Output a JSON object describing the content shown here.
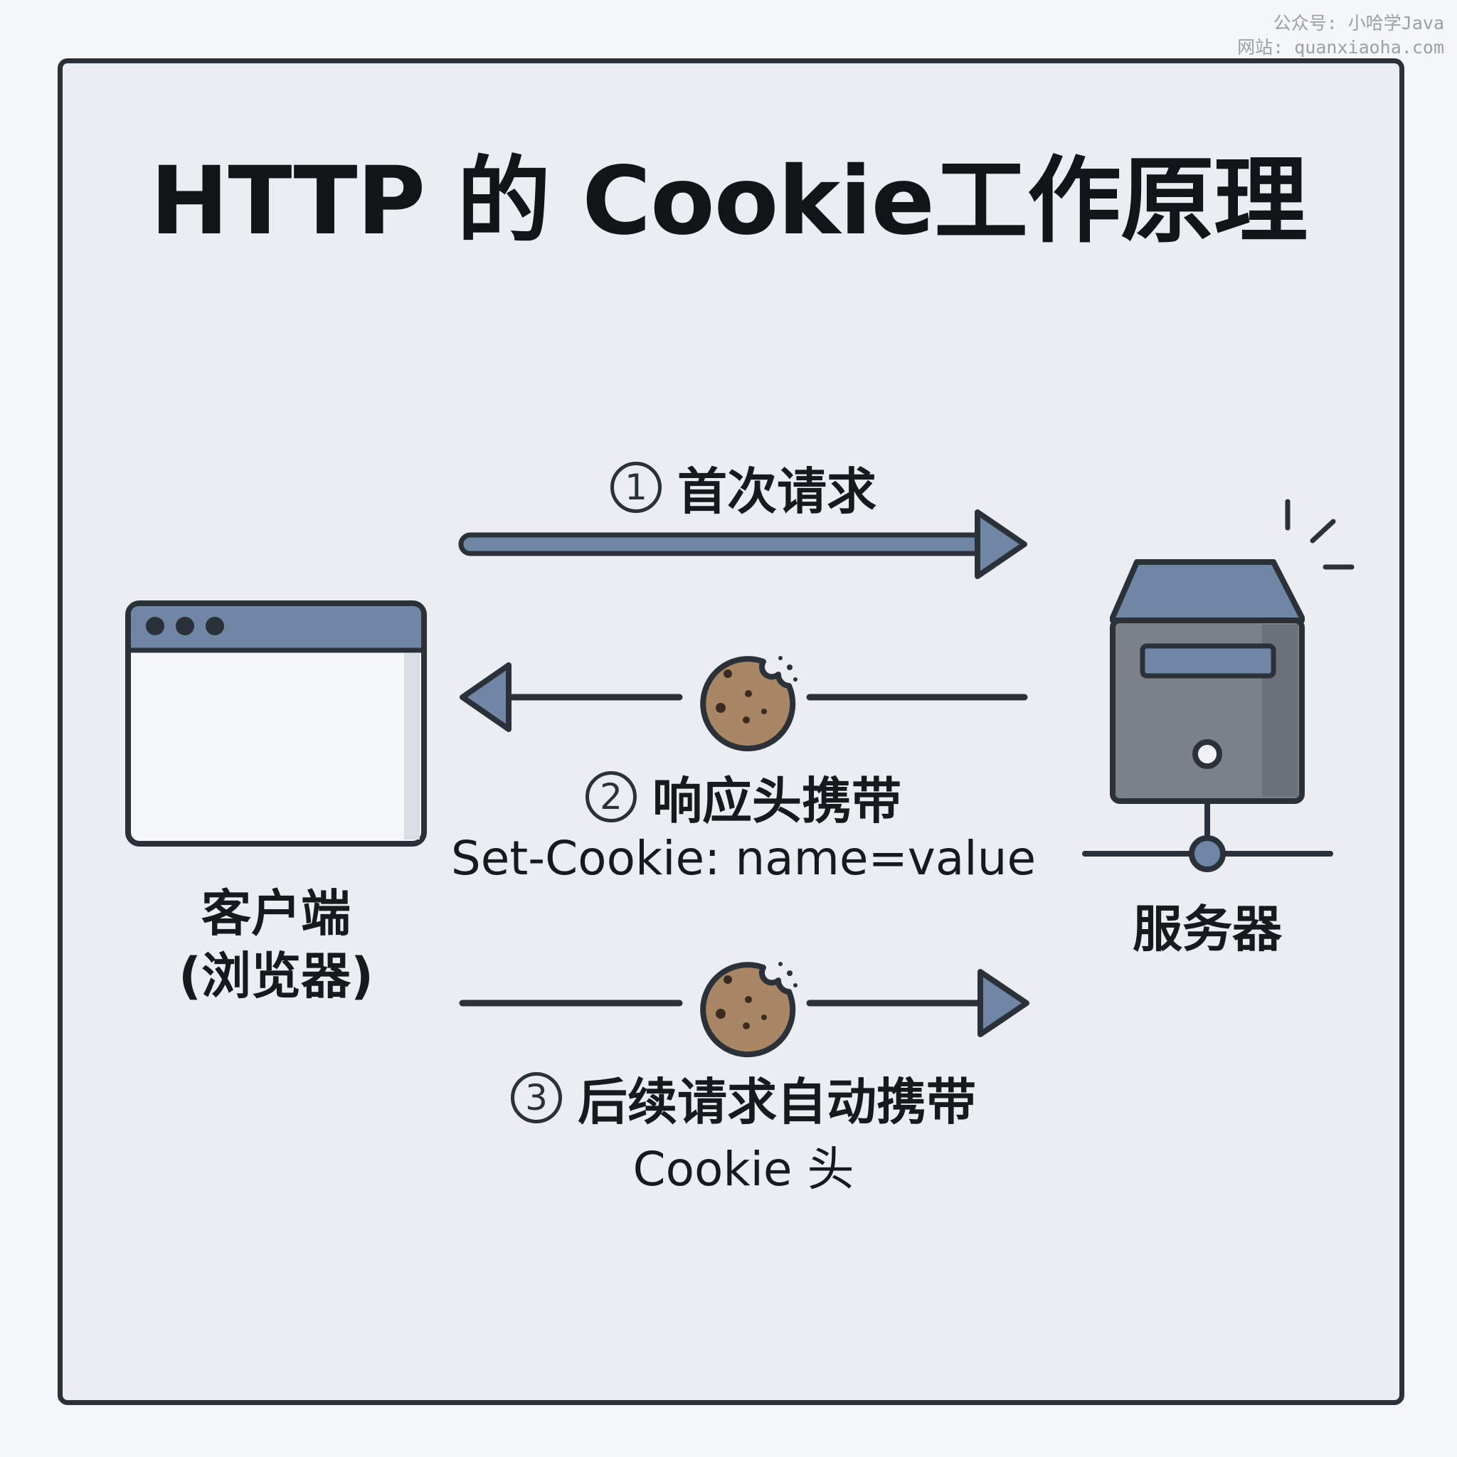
{
  "watermark": {
    "line1": "公众号: 小哈学Java",
    "line2": "网站: quanxiaoha.com"
  },
  "title": "HTTP 的 Cookie工作原理",
  "client": {
    "label_line1": "客户端",
    "label_line2": "(浏览器)"
  },
  "server": {
    "label": "服务器"
  },
  "steps": [
    {
      "number": "1",
      "label": "首次请求"
    },
    {
      "number": "2",
      "label": "响应头携带",
      "detail": "Set-Cookie: name=value"
    },
    {
      "number": "3",
      "label": "后续请求自动携带",
      "detail": "Cookie 头"
    }
  ],
  "colors": {
    "outline": "#2b3138",
    "arrow_fill": "#6f86a5",
    "browser_bar": "#6f86a5",
    "server_top": "#6f86a5",
    "server_body": "#7c8188",
    "cookie": "#a98664",
    "text": "#17191c"
  },
  "icons": [
    "browser-window-icon",
    "server-icon",
    "cookie-icon"
  ]
}
